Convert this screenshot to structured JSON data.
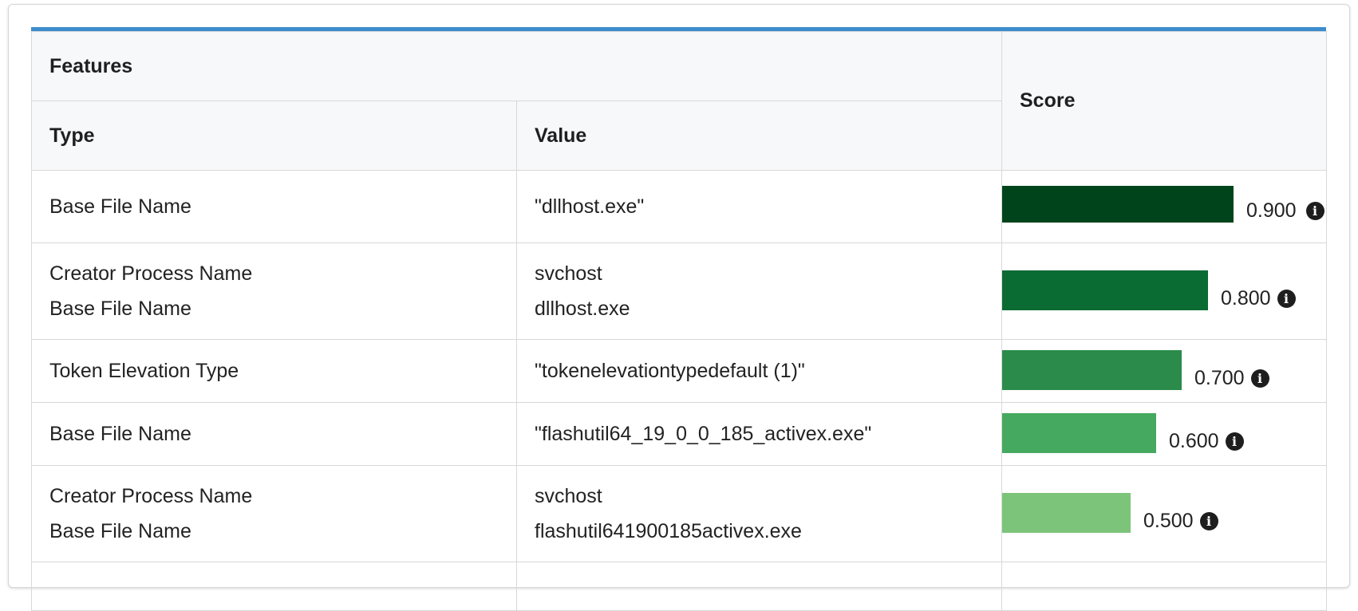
{
  "table": {
    "group_header": "Features",
    "type_header": "Type",
    "value_header": "Value",
    "score_header": "Score",
    "rows": [
      {
        "types": [
          "Base File Name"
        ],
        "values": [
          "\"dllhost.exe\""
        ],
        "score": 0.9,
        "score_label": "0.900",
        "bar_color": "#00441b"
      },
      {
        "types": [
          "Creator Process Name",
          "Base File Name"
        ],
        "values": [
          "svchost",
          "dllhost.exe"
        ],
        "score": 0.8,
        "score_label": "0.800",
        "bar_color": "#0a6b33"
      },
      {
        "types": [
          "Token Elevation Type"
        ],
        "values": [
          "\"tokenelevationtypedefault (1)\""
        ],
        "score": 0.7,
        "score_label": "0.700",
        "bar_color": "#2a8b4a"
      },
      {
        "types": [
          "Base File Name"
        ],
        "values": [
          "\"flashutil64_19_0_0_185_activex.exe\""
        ],
        "score": 0.6,
        "score_label": "0.600",
        "bar_color": "#45aa5f"
      },
      {
        "types": [
          "Creator Process Name",
          "Base File Name"
        ],
        "values": [
          "svchost",
          "flashutil641900185activex.exe"
        ],
        "score": 0.5,
        "score_label": "0.500",
        "bar_color": "#7cc47a"
      }
    ]
  },
  "icons": {
    "info": "info-circle-icon",
    "info_glyph": "i"
  }
}
